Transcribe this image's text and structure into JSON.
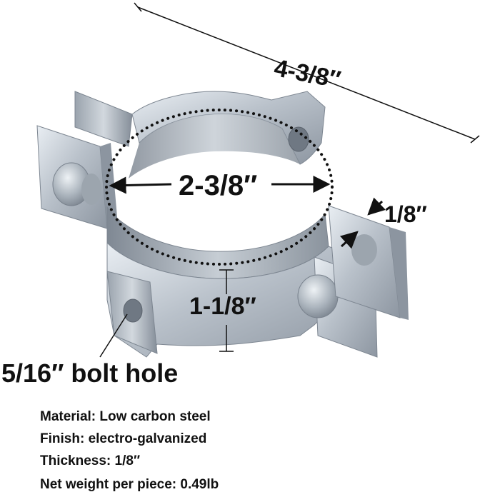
{
  "dimensions": {
    "overall_width": "4-3/8″",
    "inner_diameter": "2-3/8″",
    "thickness": "1/8″",
    "height": "1-1/8″",
    "bolt_hole": "5/16″ bolt hole"
  },
  "specs": [
    {
      "label": "Material:",
      "value": "Low carbon steel"
    },
    {
      "label": "Finish:",
      "value": "electro-galvanized"
    },
    {
      "label": "Thickness:",
      "value": "1/8″"
    },
    {
      "label": "Net weight per piece:",
      "value": "0.49lb"
    }
  ]
}
